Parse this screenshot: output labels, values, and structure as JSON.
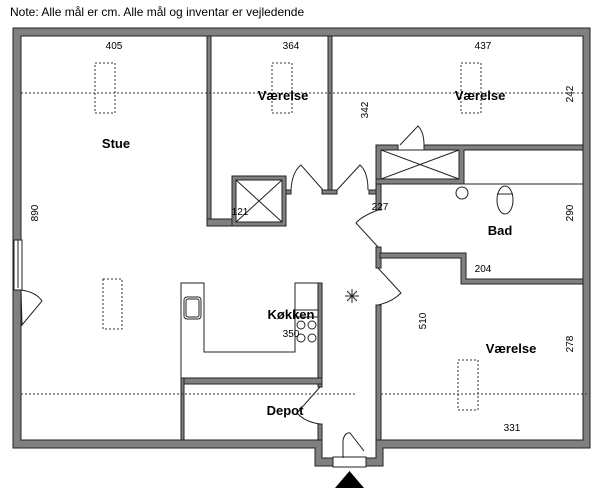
{
  "note": "Note: Alle mål er cm. Alle mål og inventar er vejledende",
  "rooms": {
    "stue": "Stue",
    "vaerelse1": "Værelse",
    "vaerelse2": "Værelse",
    "bad": "Bad",
    "koekken": "Køkken",
    "depot": "Depot",
    "vaerelse3": "Værelse"
  },
  "dimensions": {
    "stue_width": "405",
    "stue_height": "890",
    "vaerelse1_width": "364",
    "vaerelse1_height": "342",
    "vaerelse2_width": "437",
    "vaerelse2_height": "242",
    "closet": "121",
    "hall": "227",
    "bad_height": "290",
    "vaerelse3_top": "204",
    "vaerelse3_width": "331",
    "vaerelse3_height": "278",
    "hall_length": "510",
    "koekken_width": "350"
  },
  "colors": {
    "wall": "#808080"
  }
}
